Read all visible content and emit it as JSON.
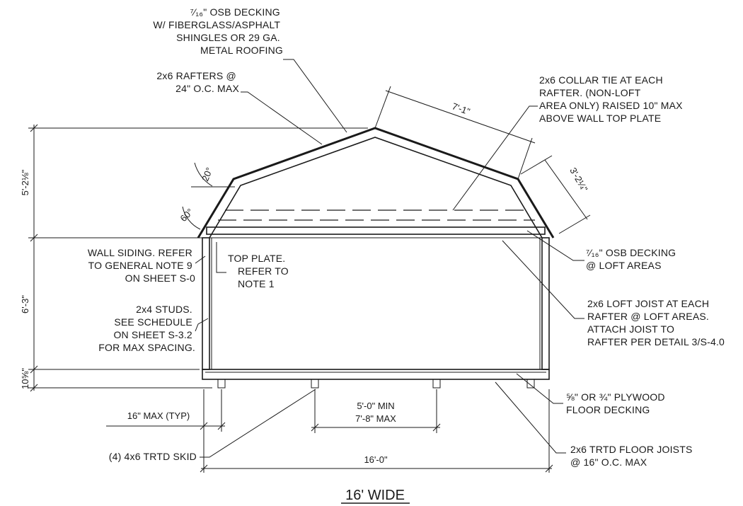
{
  "title": "16' WIDE",
  "notes": {
    "roof_decking": [
      "⁷⁄₁₆\" OSB DECKING",
      "W/ FIBERGLASS/ASPHALT",
      "SHINGLES OR 29 GA.",
      "METAL ROOFING"
    ],
    "rafters": [
      "2x6 RAFTERS @",
      "24\" O.C. MAX"
    ],
    "collar_tie": [
      "2x6  COLLAR TIE AT EACH",
      "RAFTER. (NON-LOFT",
      "AREA ONLY) RAISED 10\" MAX",
      "ABOVE WALL TOP PLATE"
    ],
    "wall_siding": [
      "WALL SIDING. REFER",
      "TO GENERAL NOTE 9",
      "ON SHEET S-0"
    ],
    "top_plate": [
      "TOP PLATE.",
      "REFER TO",
      "NOTE 1"
    ],
    "loft_decking": [
      "⁷⁄₁₆\" OSB DECKING",
      "@ LOFT AREAS"
    ],
    "studs": [
      "2x4 STUDS.",
      "SEE SCHEDULE",
      "ON SHEET S-3.2",
      "FOR MAX SPACING."
    ],
    "loft_joist": [
      "2x6 LOFT JOIST AT EACH",
      "RAFTER @ LOFT AREAS.",
      "ATTACH JOIST TO",
      "RAFTER PER DETAIL 3/S-4.0"
    ],
    "floor_decking": [
      "⅝\" OR ¾\" PLYWOOD",
      "FLOOR DECKING"
    ],
    "skid": "(4) 4x6 TRTD SKID",
    "floor_joists": [
      "2x6 TRTD FLOOR JOISTS",
      "@ 16\" O.C. MAX"
    ]
  },
  "dimensions": {
    "roof_height": "5'-2⅛\"",
    "wall_height": "6'-3\"",
    "floor_height": "10⅝\"",
    "upper_roof_length": "7'-1\"",
    "lower_roof_length": "3'-2¼\"",
    "skid_max": "16\" MAX (TYP)",
    "skid_spacing_min": "5'-0\" MIN",
    "skid_spacing_max": "7'-8\" MAX",
    "overall_width": "16'-0\""
  },
  "angles": {
    "upper_pitch": "20°",
    "lower_pitch": "60°"
  }
}
